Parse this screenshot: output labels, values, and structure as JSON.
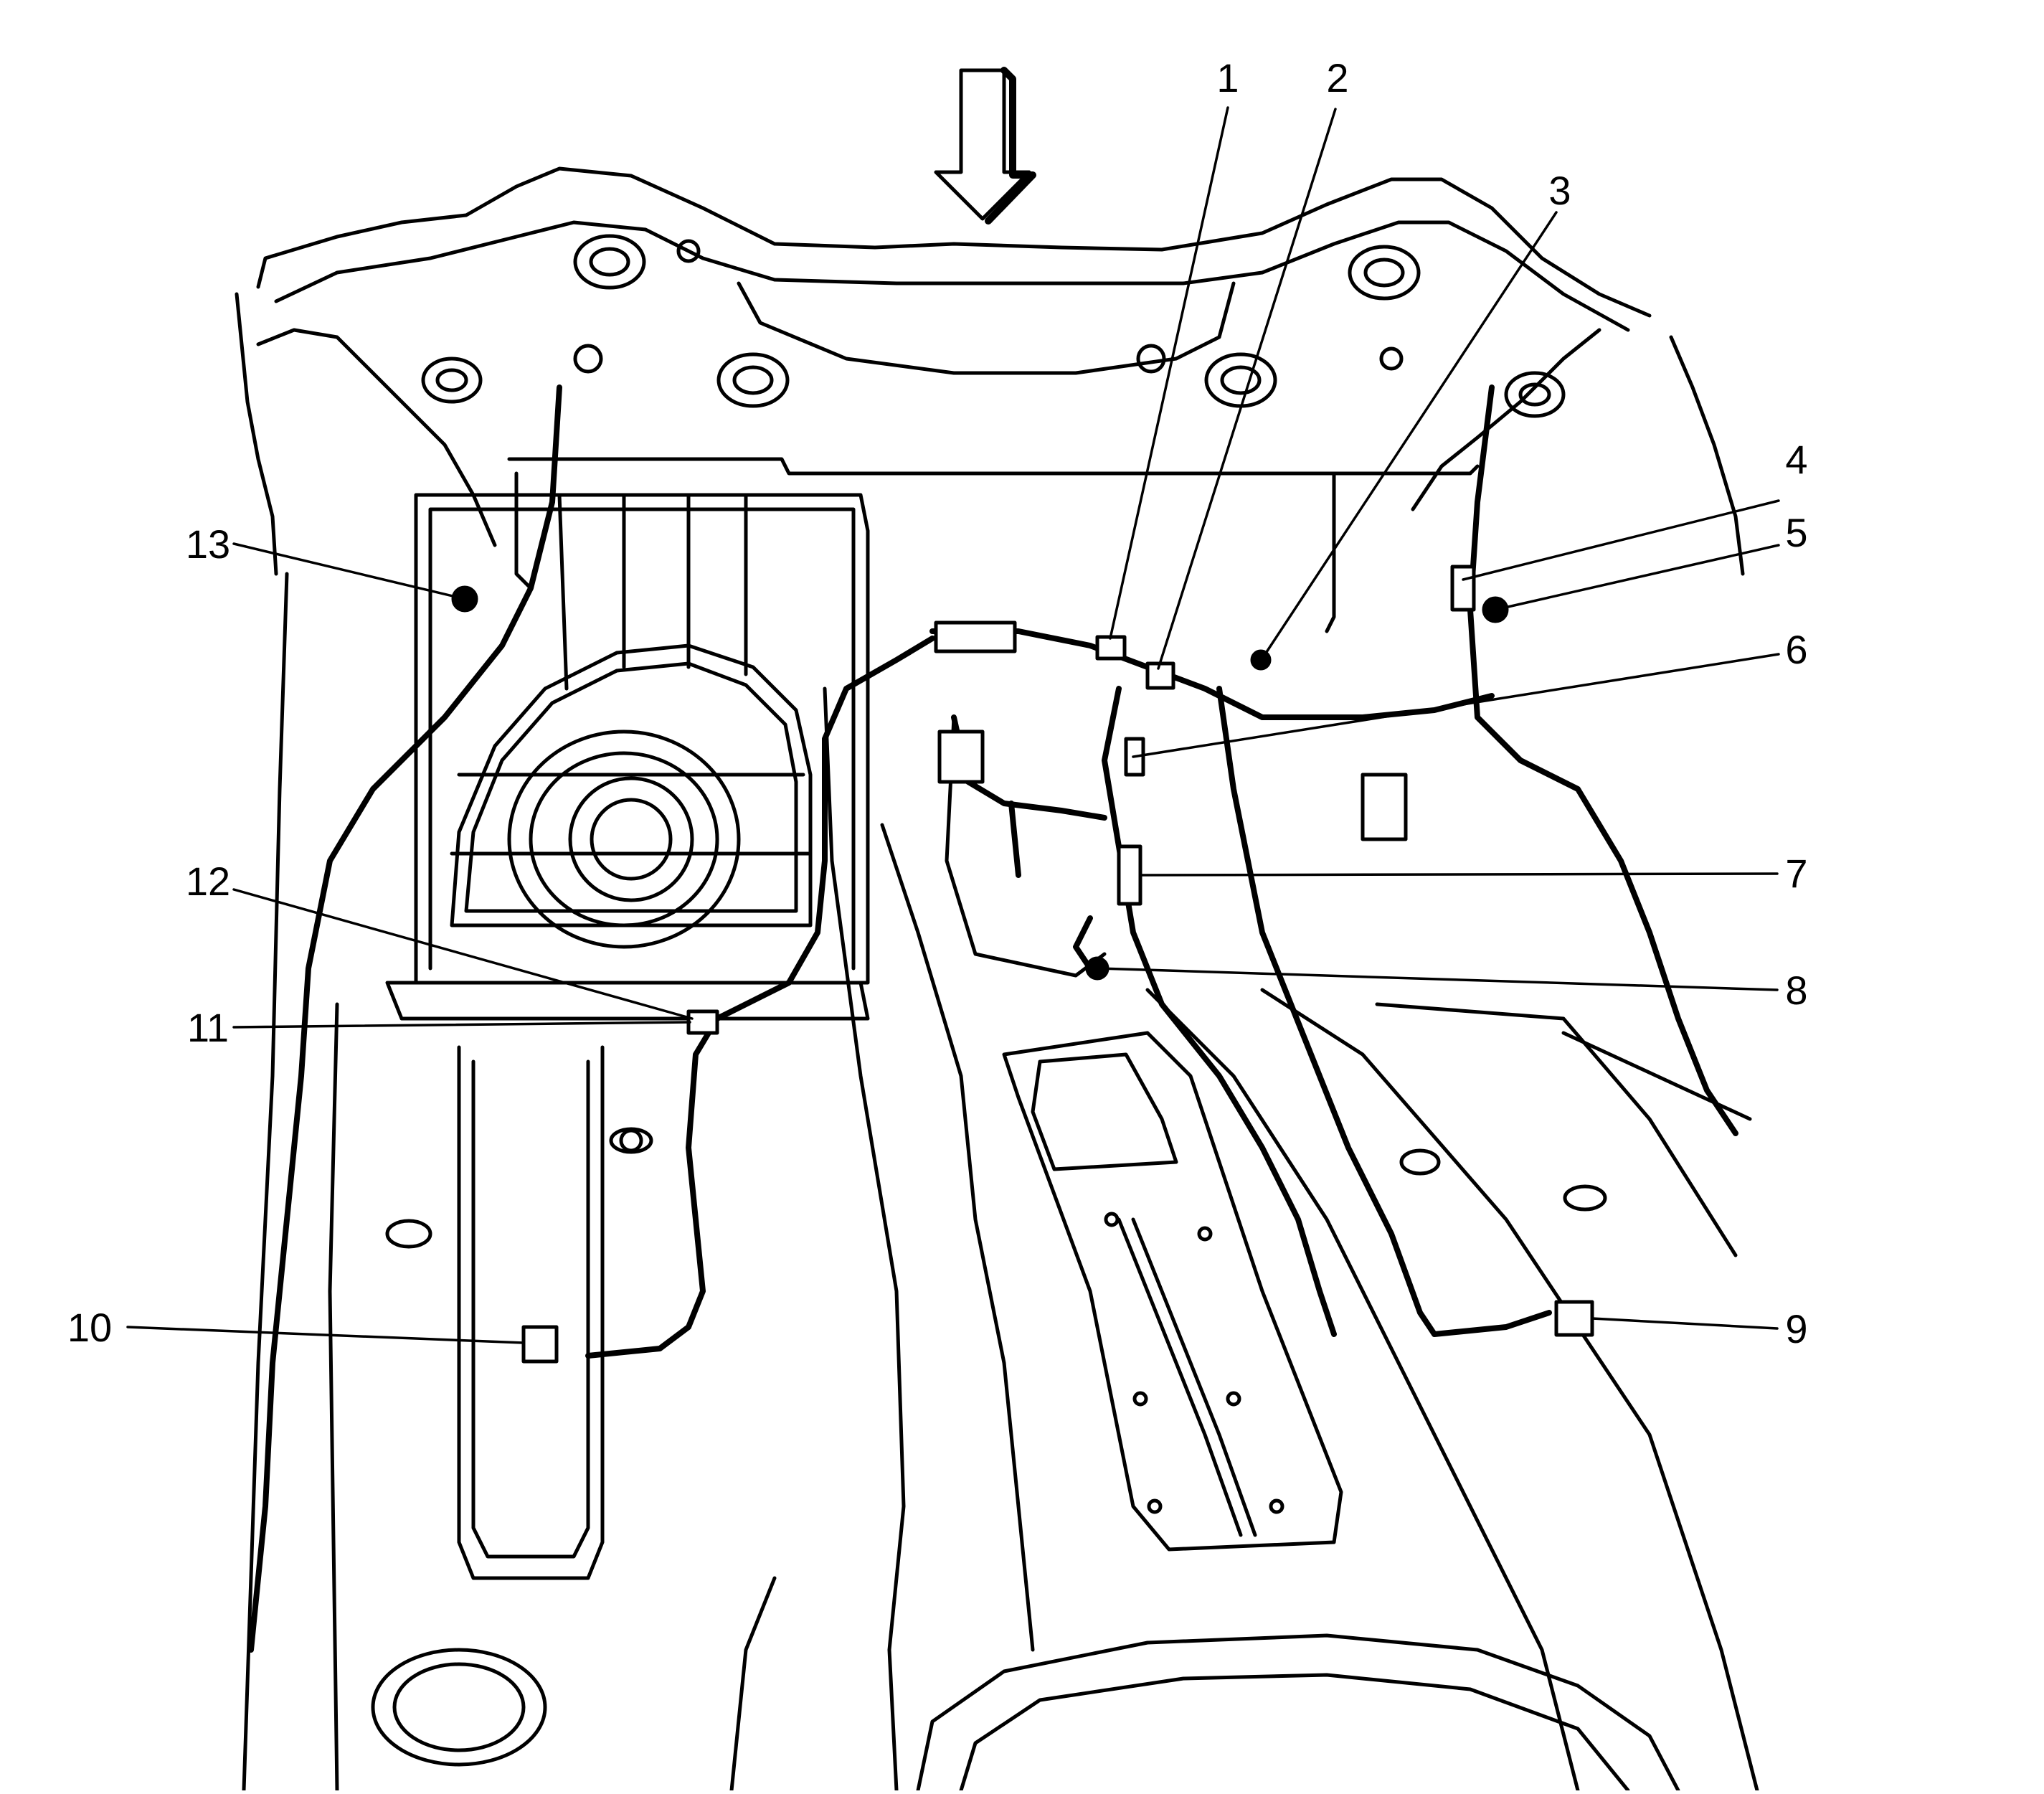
{
  "figure": {
    "callouts": [
      {
        "id": "1",
        "label": "1"
      },
      {
        "id": "2",
        "label": "2"
      },
      {
        "id": "3",
        "label": "3"
      },
      {
        "id": "4",
        "label": "4"
      },
      {
        "id": "5",
        "label": "5"
      },
      {
        "id": "6",
        "label": "6"
      },
      {
        "id": "7",
        "label": "7"
      },
      {
        "id": "8",
        "label": "8"
      },
      {
        "id": "9",
        "label": "9"
      },
      {
        "id": "10",
        "label": "10"
      },
      {
        "id": "11",
        "label": "11"
      },
      {
        "id": "12",
        "label": "12"
      },
      {
        "id": "13",
        "label": "13"
      }
    ],
    "view_direction_icon": "down-arrow-icon",
    "line_color": "#000000",
    "background_color": "#ffffff"
  }
}
